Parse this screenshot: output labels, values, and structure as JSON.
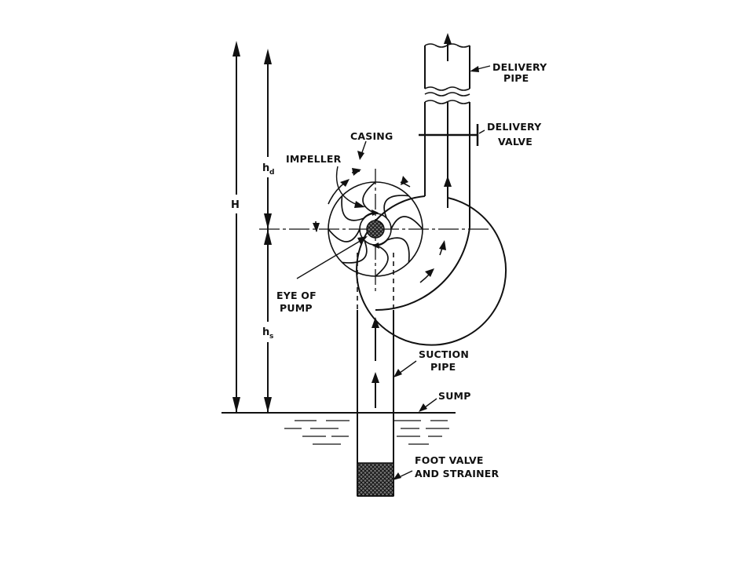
{
  "labels": {
    "delivery_pipe_1": "DELIVERY",
    "delivery_pipe_2": "PIPE",
    "delivery_valve_1": "DELIVERY",
    "delivery_valve_2": "VALVE",
    "casing": "CASING",
    "impeller": "IMPELLER",
    "eye_1": "EYE OF",
    "eye_2": "PUMP",
    "suction_1": "SUCTION",
    "suction_2": "PIPE",
    "sump": "SUMP",
    "foot_1": "FOOT VALVE",
    "foot_2": "AND STRAINER",
    "total_head": "H",
    "delivery_head": "h",
    "delivery_head_sub": "d",
    "suction_head": "h",
    "suction_head_sub": "s"
  },
  "colors": {
    "ink": "#111111",
    "background": "#ffffff"
  }
}
